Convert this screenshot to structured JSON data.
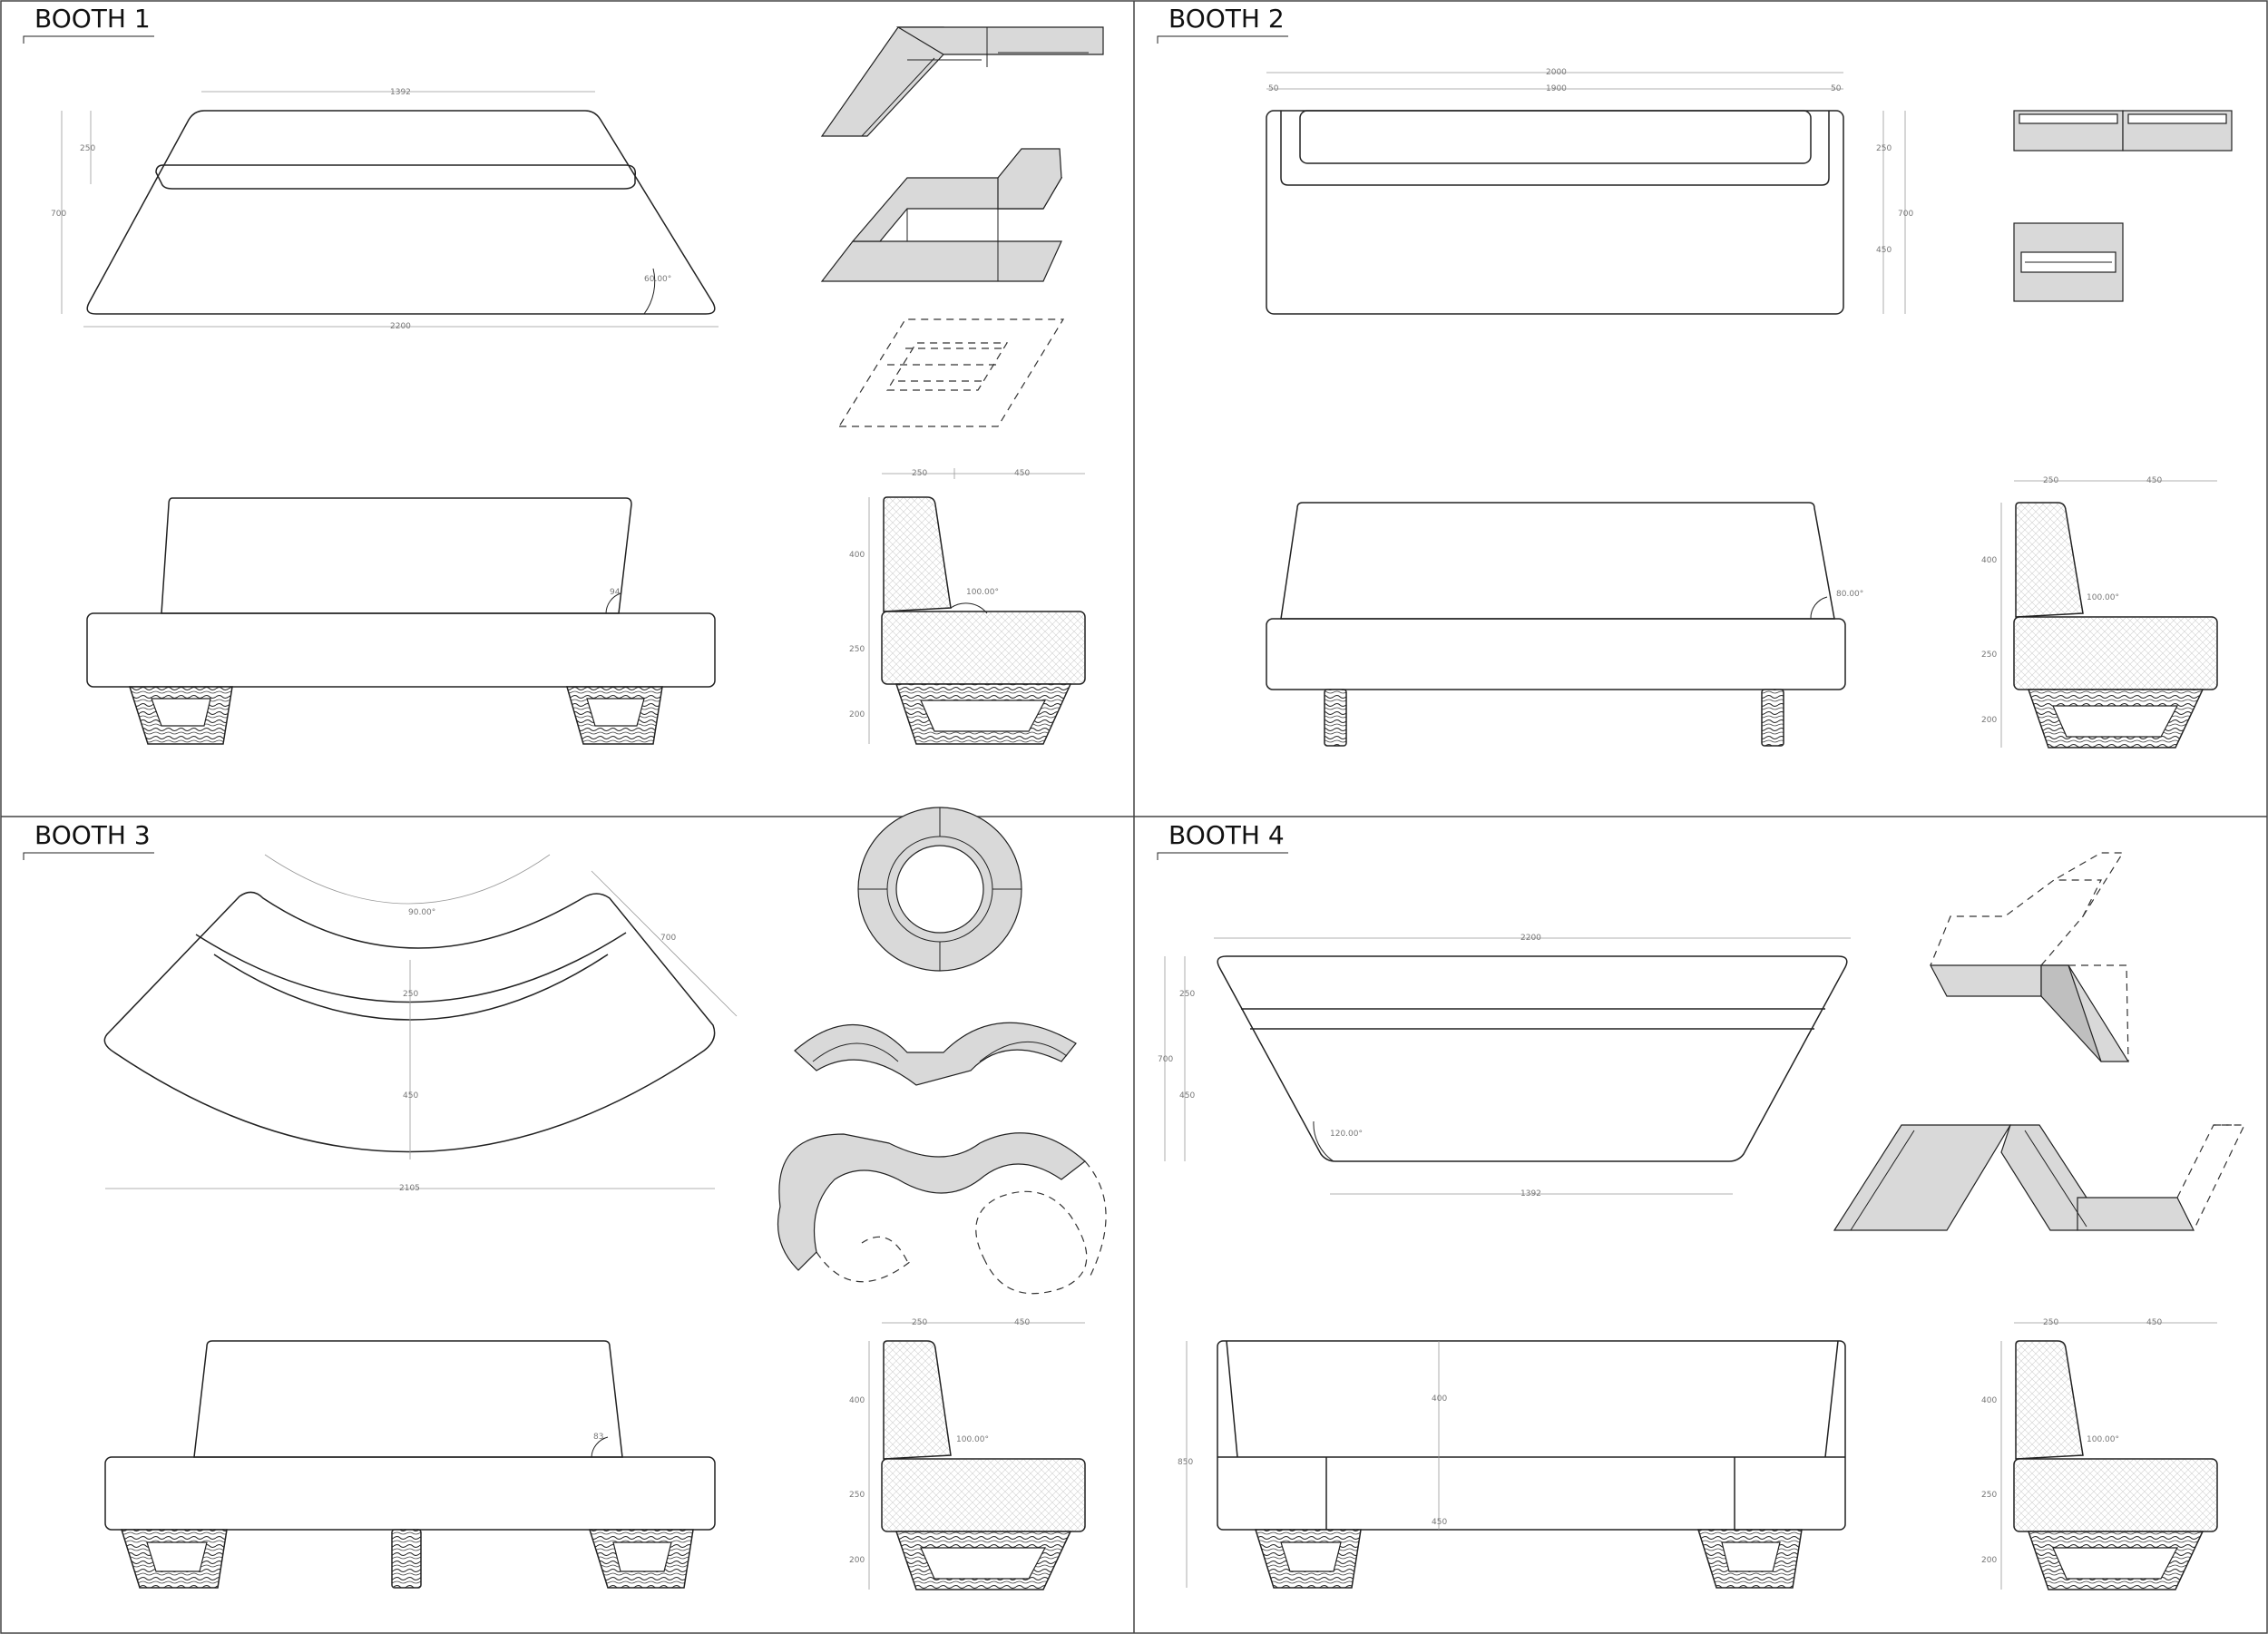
{
  "booths": [
    {
      "title": "BOOTH 1",
      "plan": {
        "top_width": "1392",
        "depth": "700",
        "back_depth": "250",
        "bottom_width": "2200",
        "angle": "60.00°"
      },
      "front": {
        "angle": "94"
      },
      "side": {
        "back_width": "250",
        "seat_depth": "450",
        "back_height": "400",
        "seat_height": "250",
        "leg_height": "200",
        "angle": "100.00°"
      }
    },
    {
      "title": "BOOTH 2",
      "plan": {
        "overall": "2000",
        "inner": "1900",
        "side_left": "50",
        "side_right": "50",
        "back_depth": "250",
        "seat_depth": "450",
        "depth": "700"
      },
      "front": {
        "angle": "80.00°"
      },
      "side": {
        "back_width": "250",
        "seat_depth": "450",
        "back_height": "400",
        "seat_height": "250",
        "leg_height": "200",
        "angle": "100.00°"
      }
    },
    {
      "title": "BOOTH 3",
      "plan": {
        "angle": "90.00°",
        "depth": "700",
        "back_depth": "250",
        "seat_depth": "450",
        "chord": "2105"
      },
      "front": {
        "angle": "83"
      },
      "side": {
        "back_width": "250",
        "seat_depth": "450",
        "back_height": "400",
        "seat_height": "250",
        "leg_height": "200",
        "angle": "100.00°"
      }
    },
    {
      "title": "BOOTH 4",
      "plan": {
        "top_width": "2200",
        "back_depth": "250",
        "seat_depth": "450",
        "depth": "700",
        "angle": "120.00°",
        "bottom_width": "1392"
      },
      "front": {
        "back_height": "400",
        "seat_height": "450",
        "overall_height": "850"
      },
      "side": {
        "back_width": "250",
        "seat_depth": "450",
        "back_height": "400",
        "seat_height": "250",
        "leg_height": "200",
        "angle": "100.00°"
      }
    }
  ]
}
